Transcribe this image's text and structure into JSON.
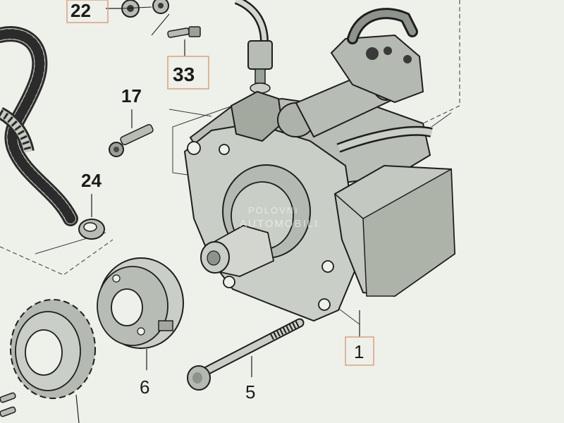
{
  "diagram": {
    "callouts": {
      "c22": "22",
      "c33": "33",
      "c17": "17",
      "c24": "24",
      "c1": "1",
      "c6": "6",
      "c5": "5"
    },
    "watermark": {
      "line1": "POLOVNI",
      "line2": "AUTOMOBILI"
    },
    "colors": {
      "background": "#eef0ea",
      "part_fill": "#c9cec6",
      "part_dark": "#8d948b",
      "line": "#1e1e1e",
      "callout_box": "#d9a37a"
    }
  }
}
